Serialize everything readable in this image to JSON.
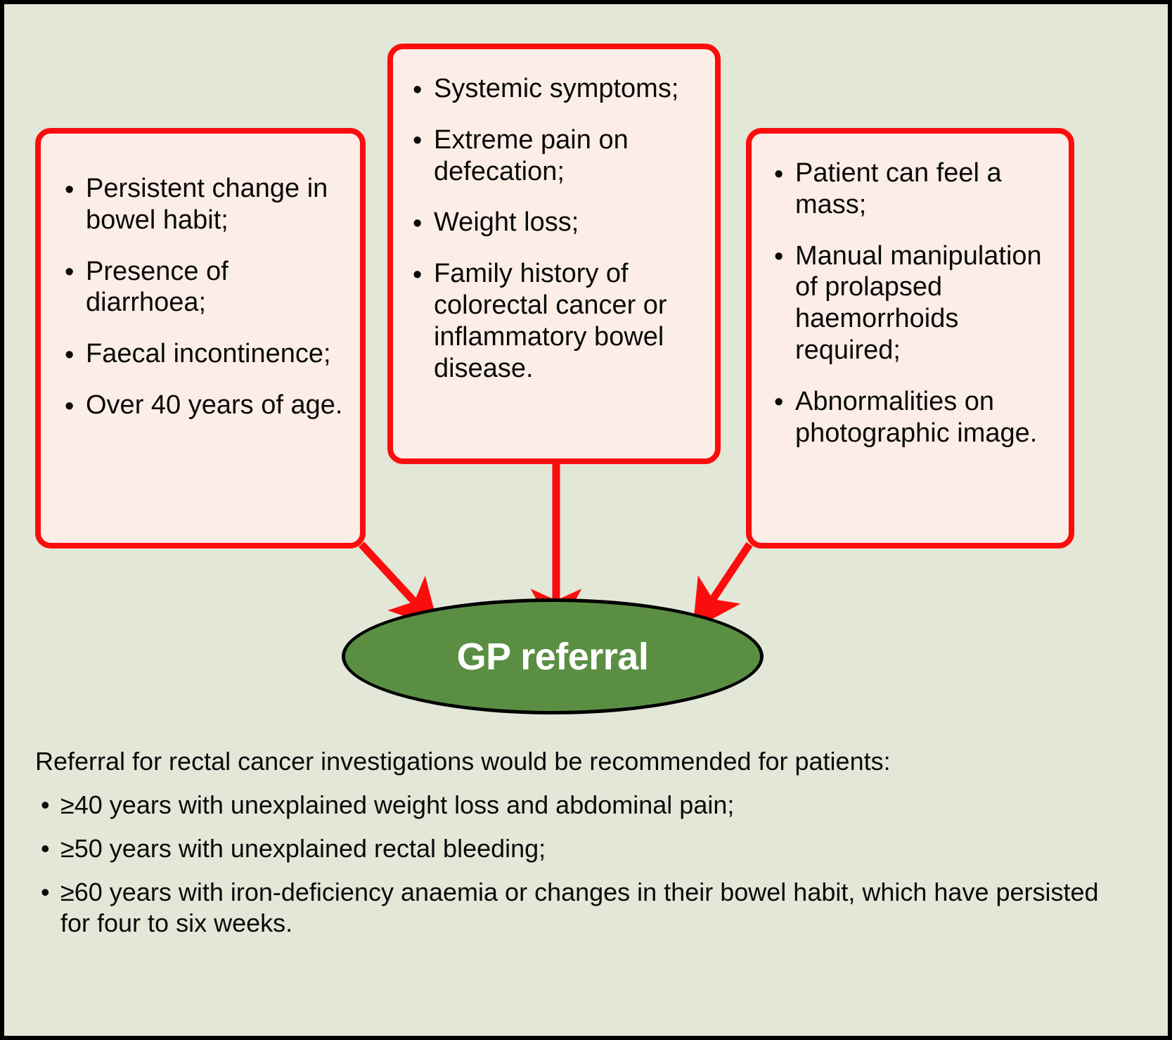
{
  "colors": {
    "page_background": "#e2e7d8",
    "frame_border": "#000000",
    "box_fill": "#fceee6",
    "box_border": "#fc0d0d",
    "arrow": "#fc0d0d",
    "ellipse_fill": "#5a8f43",
    "ellipse_border": "#000000",
    "ellipse_text": "#ffffff",
    "body_text": "#0a0a0a"
  },
  "boxes": {
    "left": {
      "name": "symptom-criteria-left",
      "items": [
        "Persistent change in bowel habit;",
        "Presence of diarrhoea;",
        "Faecal incontinence;",
        "Over 40 years of age."
      ]
    },
    "center": {
      "name": "symptom-criteria-center",
      "items": [
        "Systemic symptoms;",
        "Extreme pain on defecation;",
        "Weight loss;",
        "Family history of colorectal cancer or inflammatory bowel disease."
      ]
    },
    "right": {
      "name": "symptom-criteria-right",
      "items": [
        "Patient can feel a mass;",
        "Manual manipulation of prolapsed haemorrhoids required;",
        "Abnormalities on photographic image."
      ]
    }
  },
  "outcome": {
    "label": "GP referral",
    "shape": "ellipse"
  },
  "arrows": [
    {
      "name": "arrow-left-to-gp",
      "from": "left-box-bottom-right-corner",
      "to": "gp-ellipse"
    },
    {
      "name": "arrow-center-to-gp",
      "from": "center-box-bottom",
      "to": "gp-ellipse"
    },
    {
      "name": "arrow-right-to-gp",
      "from": "right-box-bottom-left-corner",
      "to": "gp-ellipse"
    }
  ],
  "footer": {
    "intro": "Referral for rectal cancer investigations would be recommended for patients:",
    "items": [
      "≥40 years with unexplained weight loss and abdominal pain;",
      "≥50 years with unexplained rectal bleeding;",
      "≥60 years with iron-deficiency anaemia or changes in their bowel habit, which have persisted for four to six weeks."
    ]
  },
  "bullet_glyph": "•"
}
